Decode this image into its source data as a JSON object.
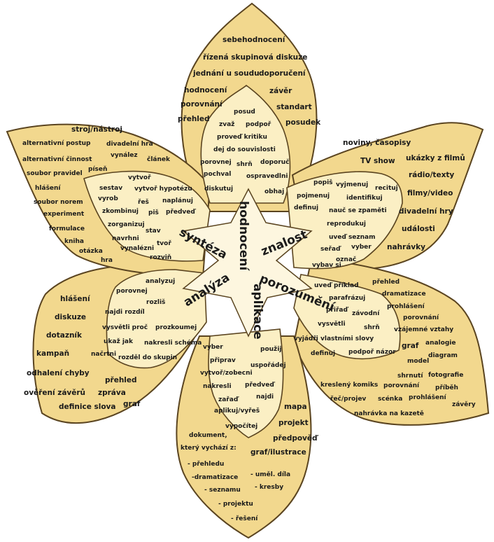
{
  "colors": {
    "outer_petal": "#f2d88e",
    "inner_petal": "#fbefc4",
    "center": "#fdf6df",
    "stroke": "#5a4420"
  },
  "categories": {
    "hodnoceni": "hodnocení",
    "znalost": "znalost",
    "porozumeni": "porozumění",
    "aplikace": "aplikace",
    "analyza": "analýza",
    "synteza": "syntéza"
  },
  "top_outer": [
    "sebehodnocení",
    "řízená skupinová diskuze",
    "jednání u soudu",
    "doporučení",
    "hodnocení",
    "závěr",
    "porovnání",
    "standart",
    "přehled",
    "posudek"
  ],
  "top_inner": [
    "posud",
    "zvaž",
    "podpoř",
    "proveď kritiku",
    "dej do souvislosti",
    "porovnej",
    "shrň",
    "doporuč",
    "pochval",
    "ospravedlni",
    "diskutuj",
    "obhaj"
  ],
  "upper_right_outer": [
    "noviny, časopisy",
    "TV show",
    "ukázky z filmů",
    "rádio/texty",
    "filmy/video",
    "divadelní hry",
    "události",
    "nahrávky"
  ],
  "upper_right_inner": [
    "popiš",
    "vyjmenuj",
    "recituj",
    "pojmenuj",
    "identifikuj",
    "definuj",
    "nauč se zpaměti",
    "reprodukuj",
    "uveď seznam",
    "seřaď",
    "vyber",
    "vybav si",
    "označ"
  ],
  "lower_right_outer": [
    "přehled",
    "dramatizace",
    "prohlášení",
    "porovnání",
    "vzájemné vztahy",
    "graf",
    "analogie",
    "diagram",
    "model",
    "shrnutí",
    "fotografie",
    "kreslený komiks",
    "porovnání",
    "příběh",
    "řeč/projev",
    "scénka",
    "prohlášení",
    "závěry",
    "nahrávka na kazetě"
  ],
  "lower_right_inner": [
    "uveď příklad",
    "parafrázuj",
    "přiřaď",
    "závodní",
    "vysvětli",
    "shrň",
    "vyjádři vlastními slovy",
    "definuj",
    "podpoř názor"
  ],
  "bottom_outer": [
    "mapa",
    "projekt",
    "předpověď",
    "graf/ilustrace",
    "dokument,",
    "který vychází z:",
    "- přehledu",
    "- uměl. díla",
    "-dramatizace",
    "- kresby",
    "- seznamu",
    "- projektu",
    "- řešení"
  ],
  "bottom_inner": [
    "vyber",
    "připrav",
    "použij",
    "uspořádej",
    "vytvoř/zobecni",
    "nakresli",
    "předveď",
    "zařaď",
    "najdi",
    "aplikuj/vyřeš",
    "vypočítej"
  ],
  "lower_left_outer": [
    "hlášení",
    "diskuze",
    "dotazník",
    "kampaň",
    "odhalení chyby",
    "přehled",
    "ověření závěrů",
    "zpráva",
    "definice slova",
    "graf"
  ],
  "lower_left_inner": [
    "analyzuj",
    "porovnej",
    "rozliš",
    "najdi rozdíl",
    "vysvětli proč",
    "prozkoumej",
    "ukaž jak",
    "nakresli schéma",
    "načrtni",
    "rozděl do skupin"
  ],
  "upper_left_outer": [
    "stroj/nástroj",
    "alternativní postup",
    "divadelní hra",
    "alternativní činnost",
    "vynález",
    "článek",
    "soubor pravidel",
    "píseň",
    "hlášení",
    "soubor norem",
    "experiment",
    "formulace",
    "kniha",
    "otázka",
    "hra"
  ],
  "upper_left_inner": [
    "vytvoř",
    "sestav",
    "vytvoř hypotézu",
    "vyrob",
    "řeš",
    "naplánuj",
    "zkombinuj",
    "piš",
    "předveď",
    "zorganizuj",
    "navrhni",
    "stav",
    "tvoř",
    "vynalézni",
    "rozviň"
  ]
}
